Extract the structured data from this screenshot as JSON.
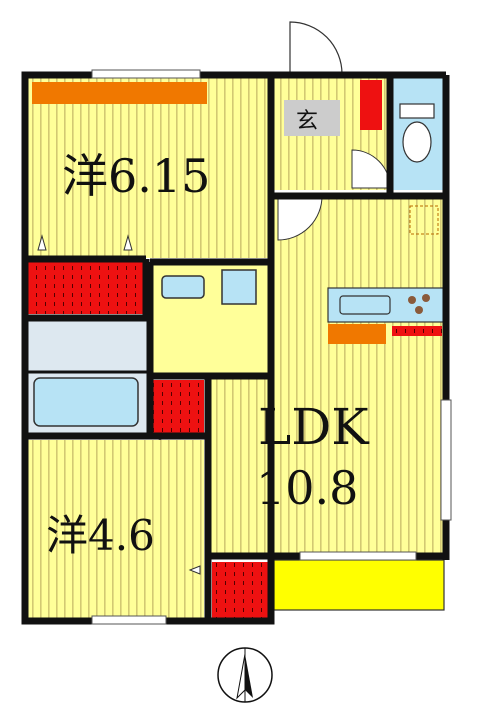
{
  "rooms": {
    "western1": {
      "label": "洋6.15"
    },
    "western2": {
      "label": "洋4.6"
    },
    "ldk": {
      "label_line1": "LDK",
      "label_line2": "10.8"
    },
    "entrance": {
      "label": "玄"
    }
  },
  "colors": {
    "floor_yellow": "#ffff99",
    "floor_stripe": "#d2c873",
    "wall": "#111111",
    "storage_red": "#ee1111",
    "counter_orange": "#f07800",
    "fixture_blue": "#b7e3f5",
    "balcony_yellow": "#ffff00",
    "entrance_gray": "#cccccc"
  },
  "icons": {
    "compass": "north-compass-icon"
  }
}
